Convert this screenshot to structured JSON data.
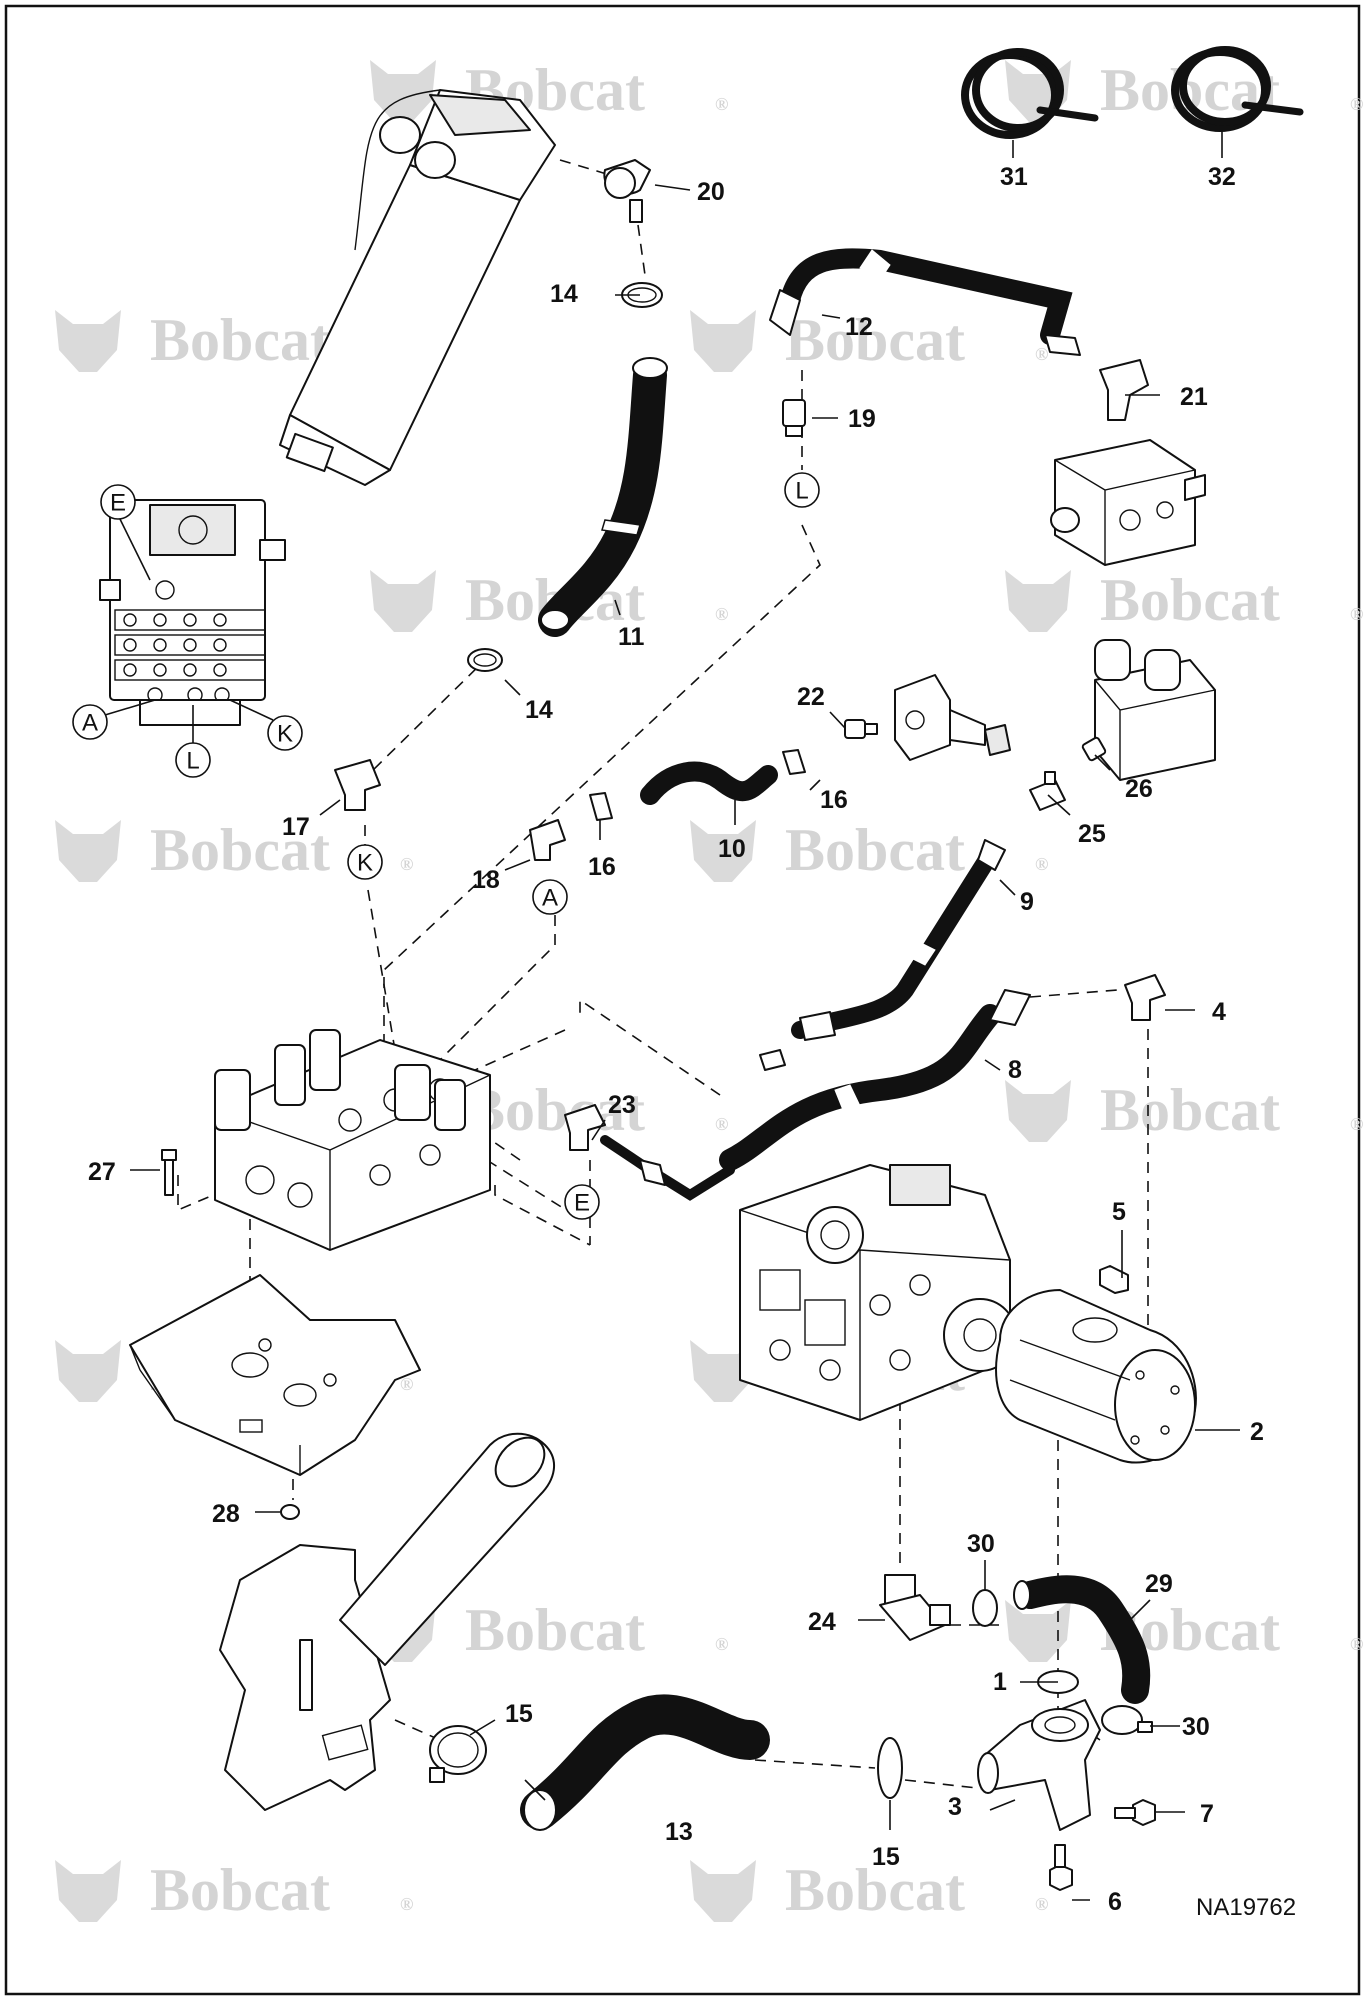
{
  "watermark": {
    "brand": "Bobcat",
    "mark": "®"
  },
  "drawing_ref": "NA19762",
  "callouts": [
    "1",
    "2",
    "3",
    "4",
    "5",
    "6",
    "7",
    "8",
    "9",
    "10",
    "11",
    "12",
    "13",
    "14",
    "14",
    "15",
    "15",
    "16",
    "16",
    "17",
    "18",
    "19",
    "20",
    "21",
    "22",
    "23",
    "24",
    "25",
    "26",
    "27",
    "28",
    "29",
    "30",
    "30",
    "31",
    "32"
  ],
  "connectors": [
    "A",
    "E",
    "K",
    "L",
    "A",
    "E",
    "K",
    "L"
  ]
}
